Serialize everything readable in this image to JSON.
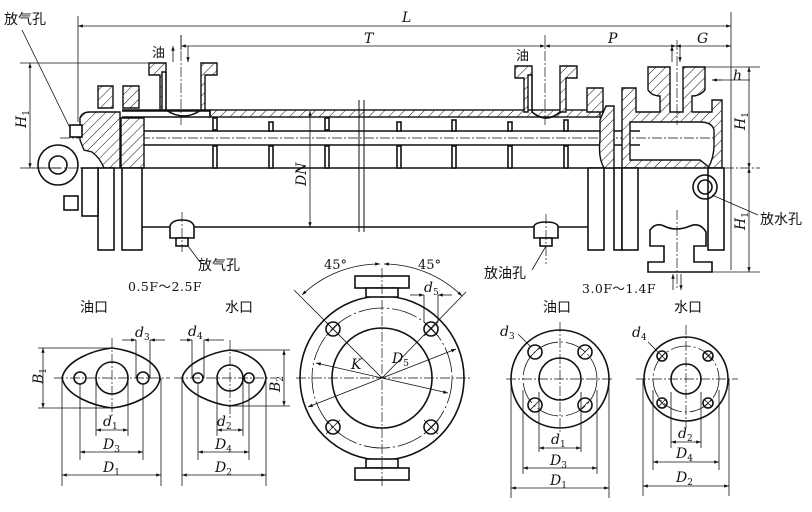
{
  "labels": {
    "vent_top_left": "放气孔",
    "vent_bottom": "放气孔",
    "oil_drain": "放油孔",
    "water_drain": "放水孔",
    "oil_arrow_left": "油",
    "oil_arrow_right": "油",
    "range_left": "0.5F～2.5F",
    "range_right": "3.0F～1.4F",
    "oil_port_left": "油口",
    "water_port_left": "水口",
    "oil_port_right": "油口",
    "water_port_right": "水口"
  },
  "dimensions": {
    "L": "L",
    "T": "T",
    "P": "P",
    "G": "G",
    "h": "h",
    "H1": "H",
    "H1_sub": "1",
    "DN": "DN",
    "K": "K",
    "D5": "D",
    "D5_sub": "5",
    "d5": "d",
    "d5_sub": "5",
    "angle_left": "45°",
    "angle_right": "45°",
    "B1": "B",
    "B1_sub": "1",
    "B2": "B",
    "B2_sub": "2",
    "d1": "d",
    "d1_sub": "1",
    "d2": "d",
    "d2_sub": "2",
    "d3": "d",
    "d3_sub": "3",
    "d4": "d",
    "d4_sub": "4",
    "D1": "D",
    "D1_sub": "1",
    "D2": "D",
    "D2_sub": "2",
    "D3": "D",
    "D3_sub": "3",
    "D4": "D",
    "D4_sub": "4"
  }
}
